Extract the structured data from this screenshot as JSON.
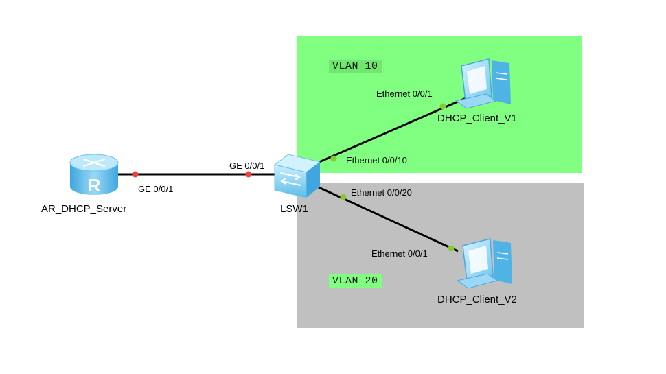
{
  "zones": {
    "vlan10": {
      "label": "VLAN 10",
      "color": "#80ff80"
    },
    "vlan20": {
      "label": "VLAN 20",
      "color": "#c0c0c0"
    }
  },
  "devices": {
    "router": {
      "name": "AR_DHCP_Server",
      "icon": "router-icon",
      "glyph": "R"
    },
    "switch": {
      "name": "LSW1",
      "icon": "switch-icon"
    },
    "client1": {
      "name": "DHCP_Client_V1",
      "icon": "pc-icon"
    },
    "client2": {
      "name": "DHCP_Client_V2",
      "icon": "pc-icon"
    }
  },
  "links": {
    "router_switch": {
      "a_port": "GE 0/0/1",
      "b_port": "GE 0/0/1"
    },
    "switch_client1": {
      "a_port": "Ethernet 0/0/10",
      "b_port": "Ethernet 0/0/1"
    },
    "switch_client2": {
      "a_port": "Ethernet 0/0/20",
      "b_port": "Ethernet 0/0/1"
    }
  },
  "colors": {
    "link": "#000000",
    "port_up_green": "#8ac932",
    "port_red": "#f04040"
  }
}
